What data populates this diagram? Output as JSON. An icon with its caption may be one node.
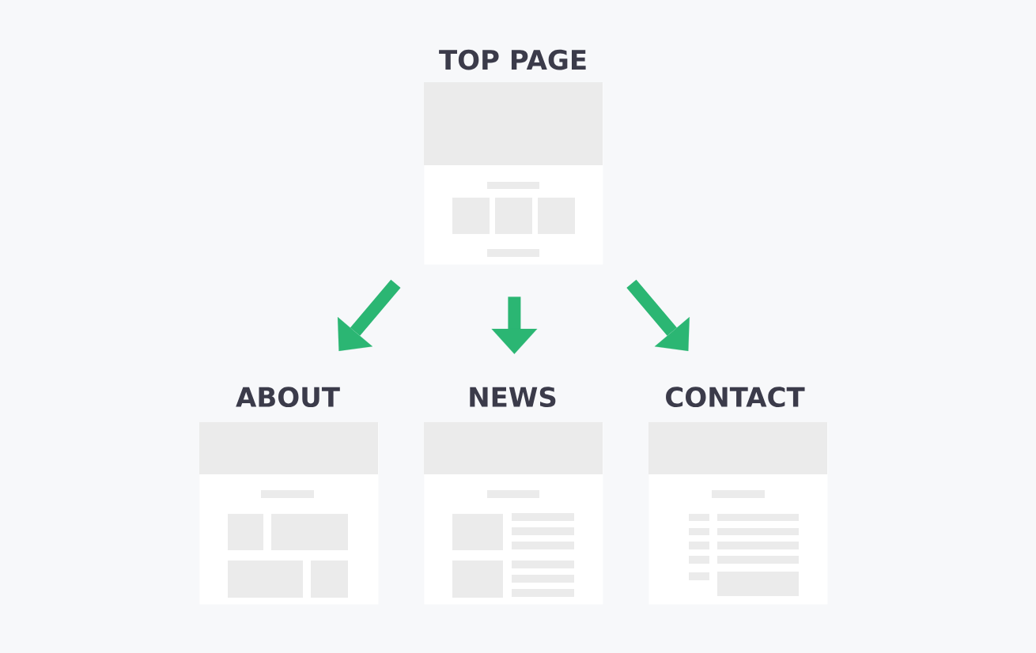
{
  "diagram": {
    "nodes": [
      {
        "text": [
          "TOP PAGE"
        ]
      },
      {
        "text": [
          "ABOUT"
        ]
      },
      {
        "text": [
          "NEWS"
        ]
      },
      {
        "text": [
          "CONTACT"
        ]
      }
    ],
    "edges": [
      {
        "from": 0,
        "to": 1,
        "arrow": "to"
      },
      {
        "from": 0,
        "to": 2,
        "arrow": "to"
      },
      {
        "from": 0,
        "to": 3,
        "arrow": "to"
      }
    ]
  }
}
